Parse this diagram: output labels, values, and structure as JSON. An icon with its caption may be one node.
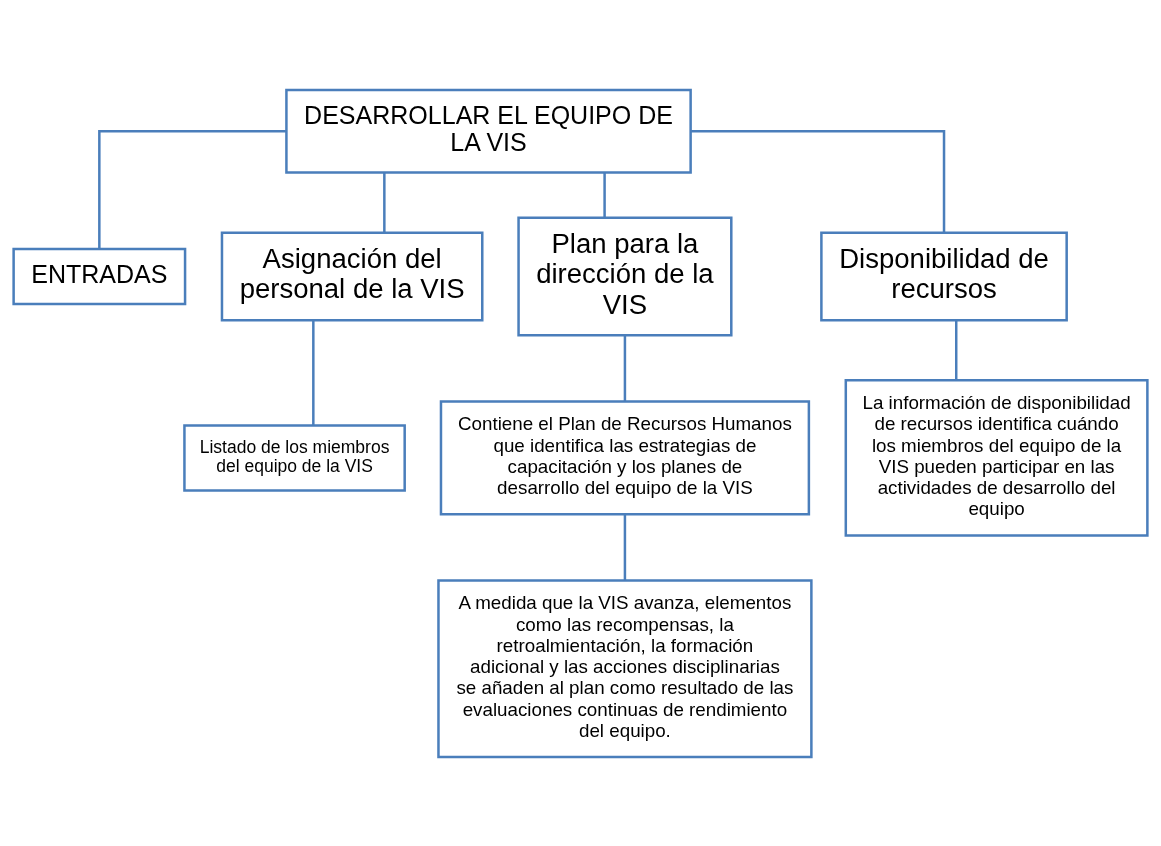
{
  "diagram": {
    "nodes": [
      {
        "text": [
          "DESARROLLAR EL EQUIPO DE LA VIS"
        ]
      },
      {
        "text": [
          "ENTRADAS"
        ]
      },
      {
        "text": [
          "Asignación del personal de la VIS"
        ]
      },
      {
        "text": [
          "Plan para la dirección de la VIS"
        ]
      },
      {
        "text": [
          "Disponibilidad de recursos"
        ]
      },
      {
        "text": [
          "Listado de los miembros del equipo de la VIS"
        ]
      },
      {
        "text": [
          "Contiene el Plan de Recursos Humanos que identifica las estrategias de capacitación y los planes de desarrollo del equipo de la VIS"
        ]
      },
      {
        "text": [
          "La información de disponibilidad de recursos identifica cuándo los miembros del equipo de la VIS pueden participar en las actividades de desarrollo del equipo"
        ]
      },
      {
        "text": [
          "A medida que la VIS avanza, elementos como las recompensas, la retroalmientación, la formación adicional y las acciones disciplinarias se añaden al plan como resultado de las evaluaciones continuas de rendimiento del equipo."
        ]
      }
    ],
    "edges": [
      {
        "from": 0,
        "to": 1,
        "arrow": "none"
      },
      {
        "from": 0,
        "to": 2,
        "arrow": "none"
      },
      {
        "from": 0,
        "to": 3,
        "arrow": "none"
      },
      {
        "from": 0,
        "to": 4,
        "arrow": "none"
      },
      {
        "from": 2,
        "to": 5,
        "arrow": "none"
      },
      {
        "from": 3,
        "to": 6,
        "arrow": "none"
      },
      {
        "from": 4,
        "to": 7,
        "arrow": "none"
      },
      {
        "from": 6,
        "to": 8,
        "arrow": "none"
      }
    ]
  }
}
